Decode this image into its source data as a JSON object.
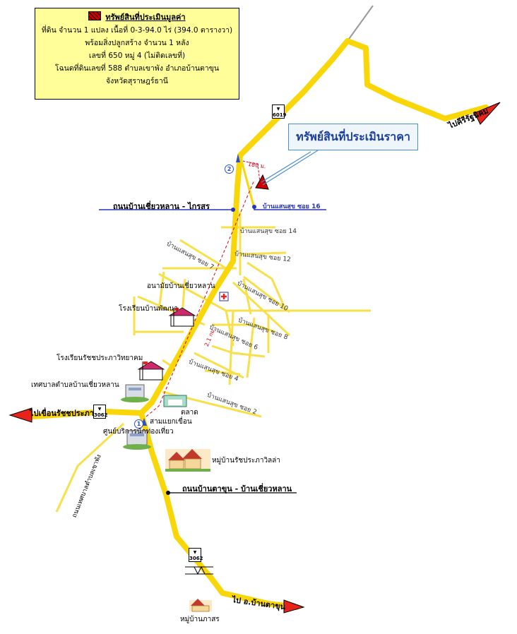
{
  "legend": {
    "title": "ทรัพย์สินที่ประเมินมูลค่า",
    "line1": "ที่ดิน จำนวน 1 แปลง เนื้อที่ 0-3-94.0 ไร่ (394.0 ตารางวา)",
    "line2": "พร้อมสิ่งปลูกสร้าง จำนวน 1 หลัง",
    "line3": "เลขที่ 650 หมู่ 4 (ไม่ติดเลขที่)",
    "line4": "โฉนดที่ดินเลขที่ 588 ตำบลเขาพัง อำเภอบ้านตาขุน",
    "line5": "จังหวัดสุราษฎร์ธานี"
  },
  "callout": {
    "text": "ทรัพย์สินที่ประเมินราคา"
  },
  "roads": {
    "main_road_1": "ถนนบ้านเชี่ยวหลาน - ไกรสร",
    "main_road_2": "ถนนบ้านตาขุน - บ้านเชี่ยวหลาน",
    "soi_16": "บ้านแสนสุข ซอย 16",
    "soi_14": "บ้านแสนสุข ซอย 14",
    "soi_12": "บ้านแสนสุข ซอย 12",
    "soi_10": "บ้านแสนสุข ซอย 10",
    "soi_8": "บ้านแสนสุข ซอย 8",
    "soi_7": "บ้านแสนสุข ซอย 7",
    "soi_6": "บ้านแสนสุข ซอย 6",
    "soi_4": "บ้านแสนสุข ซอย 4",
    "soi_2": "บ้านแสนสุข ซอย 2",
    "side_road": "ถนนเทศบาลตำบลเขาพัง"
  },
  "destinations": {
    "to_khiri": "ไปคีรีรัฐนิคม",
    "to_dam": "ไปเขื่อนรัชชประภา",
    "to_ban_ta_khun": "ไป อ.บ้านตาขุน"
  },
  "places": {
    "health_center": "อนามัยบ้านเชี่ยวหลาน",
    "school_1": "โรงเรียนบ้านพัฒนา",
    "school_2": "โรงเรียนรัชชประภาวิทยาคม",
    "municipality": "เทศบาลตำบลบ้านเชี่ยวหลาน",
    "market": "ตลาด",
    "junction": "สามแยกเขื่อน",
    "service_center": "ศูนย์บริการนักท่องเที่ยว",
    "village_1": "หมู่บ้านรัชประภาวิลล่า",
    "village_2": "หมู่บ้านภาสร"
  },
  "distances": {
    "d1": "180 ม.",
    "d2": "2.1 กม."
  },
  "route_numbers": {
    "r6019": "6019",
    "r3062a": "3062",
    "r3062b": "3062"
  },
  "markers": {
    "m1": "1",
    "m2": "2"
  },
  "colors": {
    "road": "#f9d607",
    "road_minor": "#f7e04a",
    "arrow": "#e8231a",
    "blue_line": "#2634b8",
    "callout_border": "#4a8fcf"
  }
}
